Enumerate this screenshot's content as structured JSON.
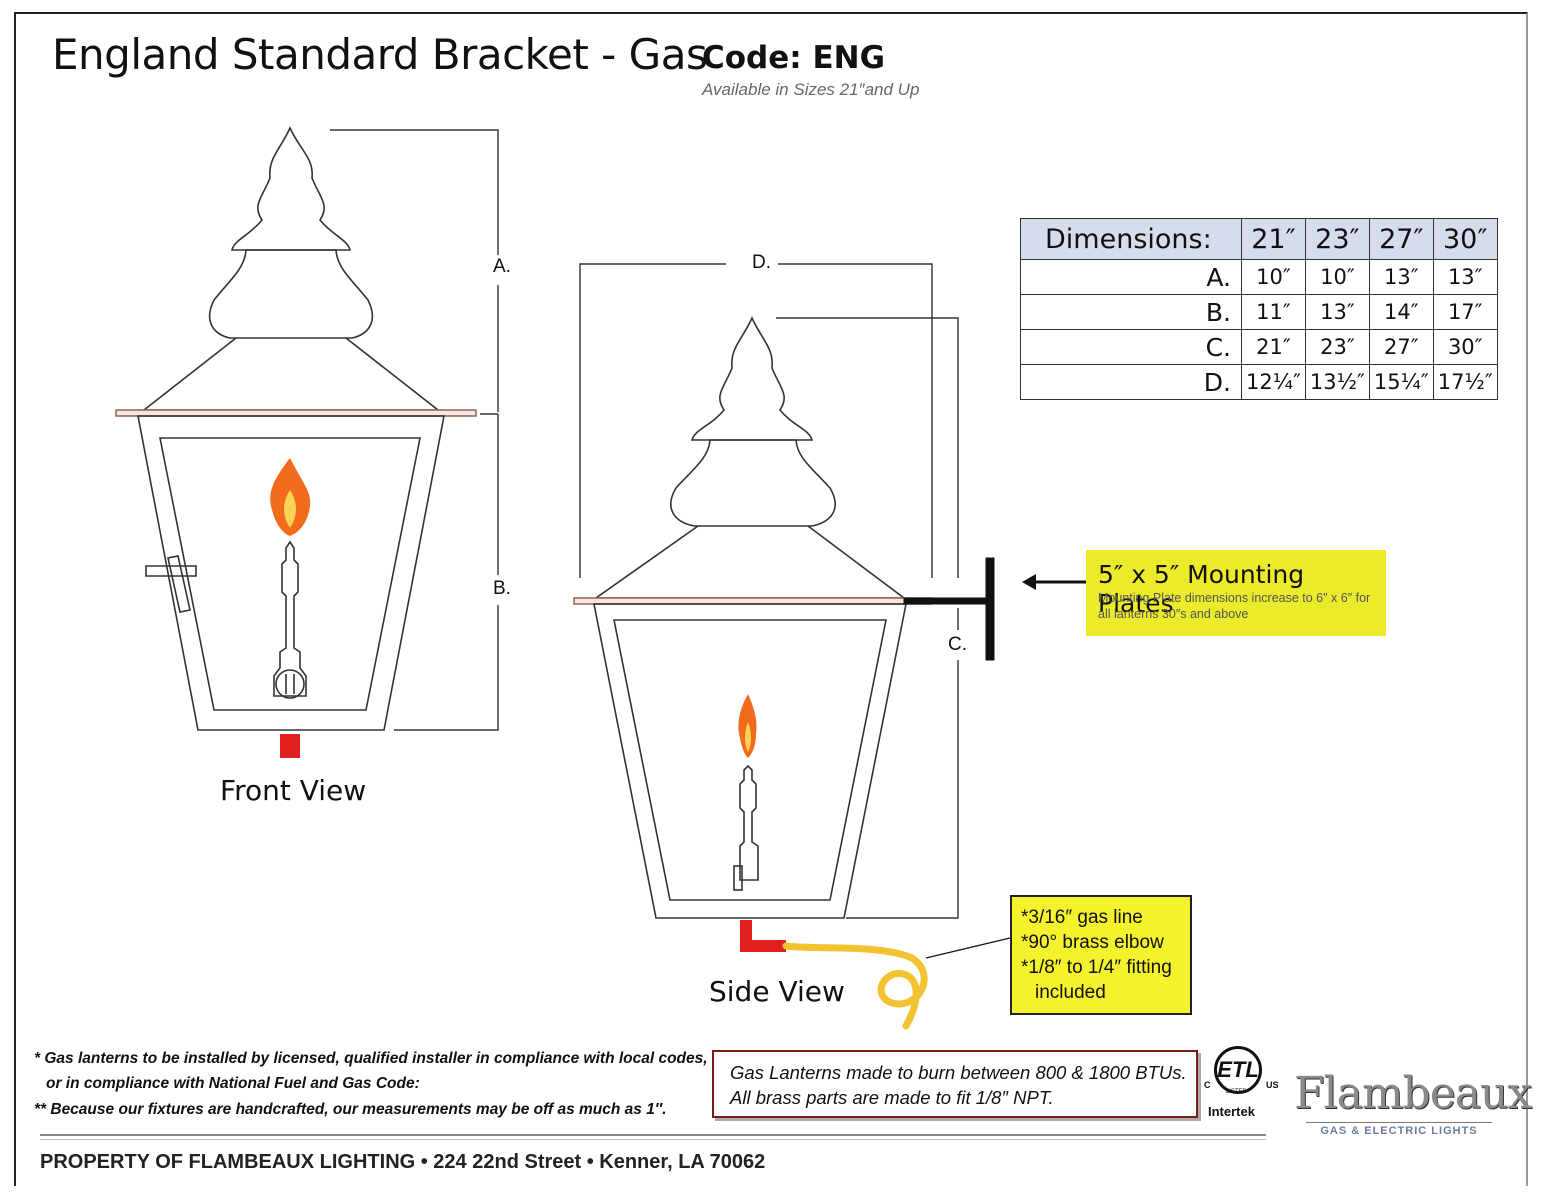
{
  "header": {
    "title": "England Standard Bracket - Gas",
    "code": "Code: ENG",
    "sizes": "Available in Sizes 21″and Up"
  },
  "front_view": {
    "label": "Front View",
    "dim_a": "A.",
    "dim_b": "B."
  },
  "side_view": {
    "label": "Side View",
    "dim_c": "C.",
    "dim_d": "D."
  },
  "dimensions_table": {
    "header": [
      "Dimensions:",
      "21″",
      "23″",
      "27″",
      "30″"
    ],
    "rows": [
      {
        "label": "A.",
        "values": [
          "10″",
          "10″",
          "13″",
          "13″"
        ]
      },
      {
        "label": "B.",
        "values": [
          "11″",
          "13″",
          "14″",
          "17″"
        ]
      },
      {
        "label": "C.",
        "values": [
          "21″",
          "23″",
          "27″",
          "30″"
        ]
      },
      {
        "label": "D.",
        "values": [
          "12¼″",
          "13½″",
          "15¼″",
          "17½″"
        ]
      }
    ]
  },
  "mounting_plates": {
    "heading": "5″ x 5″ Mounting Plates",
    "note": "Mounting Plate dimensions increase to 6″ x 6″ for all lanterns 30″s and above"
  },
  "gas_callout": {
    "line1": "*3/16″ gas line",
    "line2": "*90° brass elbow",
    "line3": "*1/8″ to 1/4″ fitting",
    "line4": "included"
  },
  "notes": {
    "note1a": "* Gas lanterns to be installed by licensed, qualified installer in compliance with local codes,",
    "note1b": "or in compliance with National Fuel and Gas Code:",
    "note2": "** Because our fixtures are handcrafted, our measurements may be off as much as 1″."
  },
  "btu_box": {
    "line1": "Gas Lanterns made to burn between 800 & 1800 BTUs.",
    "line2": "All brass parts are made to fit 1/8″ NPT."
  },
  "etl": {
    "mark": "ETL",
    "c": "C",
    "us": "US",
    "listed": "LISTED",
    "name": "Intertek"
  },
  "logo": {
    "name": "Flambeaux",
    "tagline": "GAS & ELECTRIC LIGHTS"
  },
  "footer": "PROPERTY OF FLAMBEAUX LIGHTING • 224 22nd Street • Kenner, LA 70062",
  "colors": {
    "table_header": "#d7dcec",
    "callout_yellow": "#ebeb2b",
    "flame": "#f26a1b",
    "gas_line": "#f2c230",
    "elbow": "#e02020",
    "btu_border": "#7a1a1a"
  }
}
